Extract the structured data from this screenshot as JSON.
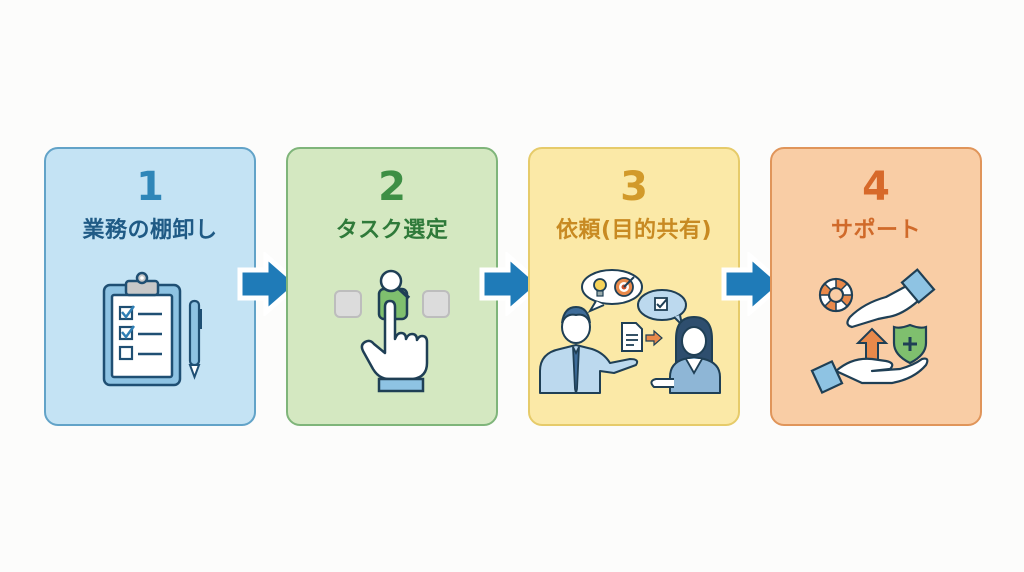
{
  "steps": [
    {
      "number": "1",
      "title": "業務の棚卸し",
      "icon": "clipboard-checklist-icon",
      "color": "#2f86b8"
    },
    {
      "number": "2",
      "title": "タスク選定",
      "icon": "hand-select-task-icon",
      "color": "#3e8f45"
    },
    {
      "number": "3",
      "title": "依頼(目的共有)",
      "icon": "delegate-share-goal-icon",
      "color": "#d29a2a"
    },
    {
      "number": "4",
      "title": "サポート",
      "icon": "support-hands-icon",
      "color": "#d7692a"
    }
  ],
  "arrows": [
    {
      "icon": "arrow-right-icon",
      "color": "#1f7bb8"
    },
    {
      "icon": "arrow-right-icon",
      "color": "#1f7bb8"
    },
    {
      "icon": "arrow-right-icon",
      "color": "#1f7bb8"
    }
  ]
}
